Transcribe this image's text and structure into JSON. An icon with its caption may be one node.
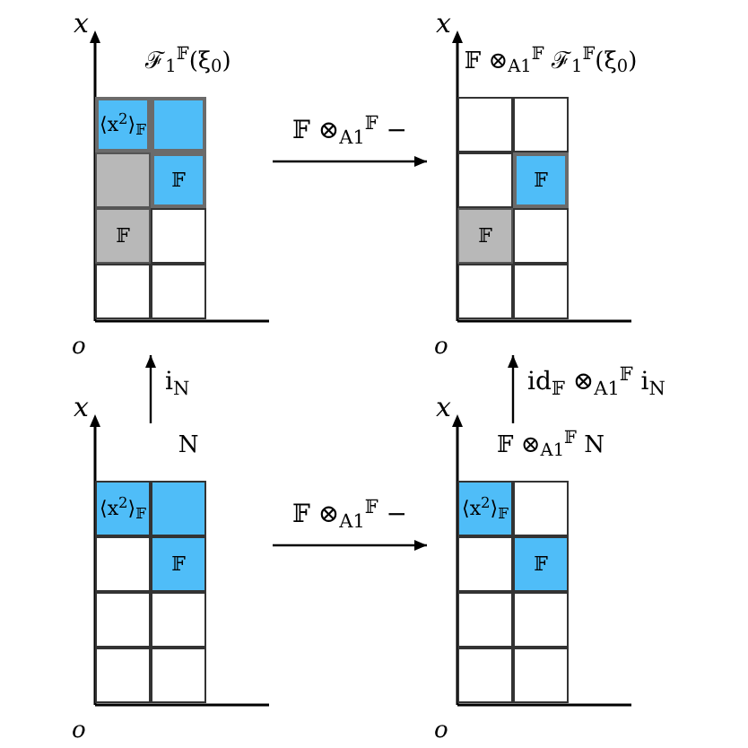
{
  "diagram": {
    "nodes": [
      {
        "text": [
          "ℱ$_{1}$$^{𝔽}$(ξ$_{0}$)"
        ]
      },
      {
        "text": [
          "⟨x$^{2}$⟩$_{𝔽}$"
        ],
        "in": 0
      },
      {
        "text": [],
        "shape": "box",
        "in": 0
      },
      {
        "text": [],
        "shape": "box",
        "in": 0
      },
      {
        "text": [
          "𝔽"
        ],
        "in": 0
      },
      {
        "text": [
          "𝔽"
        ],
        "in": 0
      },
      {
        "text": [],
        "shape": "box",
        "in": 0
      },
      {
        "text": [],
        "shape": "box",
        "in": 0
      },
      {
        "text": [],
        "shape": "box",
        "in": 0
      },
      {
        "text": [
          "𝔽 ⊗$_{A}$$_{1}$$^{𝔽}$ ℱ$_{1}$$^{𝔽}$(ξ$_{0}$)"
        ]
      },
      {
        "text": [],
        "shape": "box",
        "in": 9
      },
      {
        "text": [],
        "shape": "box",
        "in": 9
      },
      {
        "text": [],
        "shape": "box",
        "in": 9
      },
      {
        "text": [
          "𝔽"
        ],
        "in": 9
      },
      {
        "text": [
          "𝔽"
        ],
        "in": 9
      },
      {
        "text": [],
        "shape": "box",
        "in": 9
      },
      {
        "text": [],
        "shape": "box",
        "in": 9
      },
      {
        "text": [],
        "shape": "box",
        "in": 9
      },
      {
        "text": [
          "N"
        ]
      },
      {
        "text": [
          "⟨x$^{2}$⟩$_{𝔽}$"
        ],
        "in": 18
      },
      {
        "text": [],
        "shape": "box",
        "in": 18
      },
      {
        "text": [],
        "shape": "box",
        "in": 18
      },
      {
        "text": [
          "𝔽"
        ],
        "in": 18
      },
      {
        "text": [],
        "shape": "box",
        "in": 18
      },
      {
        "text": [],
        "shape": "box",
        "in": 18
      },
      {
        "text": [],
        "shape": "box",
        "in": 18
      },
      {
        "text": [],
        "shape": "box",
        "in": 18
      },
      {
        "text": [
          "𝔽 ⊗$_{A}$$_{1}$$^{𝔽}$ N"
        ]
      },
      {
        "text": [
          "⟨x$^{2}$⟩$_{𝔽}$"
        ],
        "in": 27
      },
      {
        "text": [],
        "shape": "box",
        "in": 27
      },
      {
        "text": [],
        "shape": "box",
        "in": 27
      },
      {
        "text": [
          "𝔽"
        ],
        "in": 27
      },
      {
        "text": [],
        "shape": "box",
        "in": 27
      },
      {
        "text": [],
        "shape": "box",
        "in": 27
      },
      {
        "text": [],
        "shape": "box",
        "in": 27
      },
      {
        "text": [],
        "shape": "box",
        "in": 27
      }
    ],
    "edges": [
      {
        "from": 0,
        "to": 9,
        "arrow": "to",
        "label": "𝔽 ⊗$_{A}$$_{1}$$^{𝔽}$ −"
      },
      {
        "from": 18,
        "to": 0,
        "arrow": "to",
        "label": "i$_{N}$"
      },
      {
        "from": 27,
        "to": 9,
        "arrow": "to",
        "label": "id$_{𝔽}$ ⊗$_{A}$$_{1}$$^{𝔽}$ i$_{N}$"
      },
      {
        "from": 18,
        "to": 27,
        "arrow": "to",
        "label": "𝔽 ⊗$_{A}$$_{1}$$^{𝔽}$ −"
      }
    ],
    "labels": [
      "x",
      "x",
      "o",
      "o",
      "x",
      "x",
      "o",
      "o"
    ]
  }
}
